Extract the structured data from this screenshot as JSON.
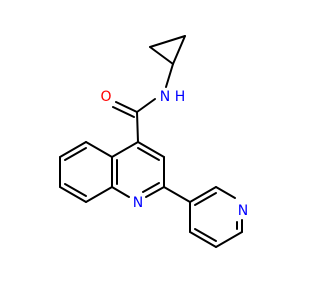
{
  "molecule": {
    "atom_labels": {
      "amide_oxygen": "O",
      "amide_nh": "N",
      "amide_h": "H",
      "quinoline_n": "N",
      "pyridine_n": "N"
    },
    "colors": {
      "bond": "#000000",
      "oxygen": "#ff0000",
      "nitrogen": "#0000ff"
    }
  }
}
